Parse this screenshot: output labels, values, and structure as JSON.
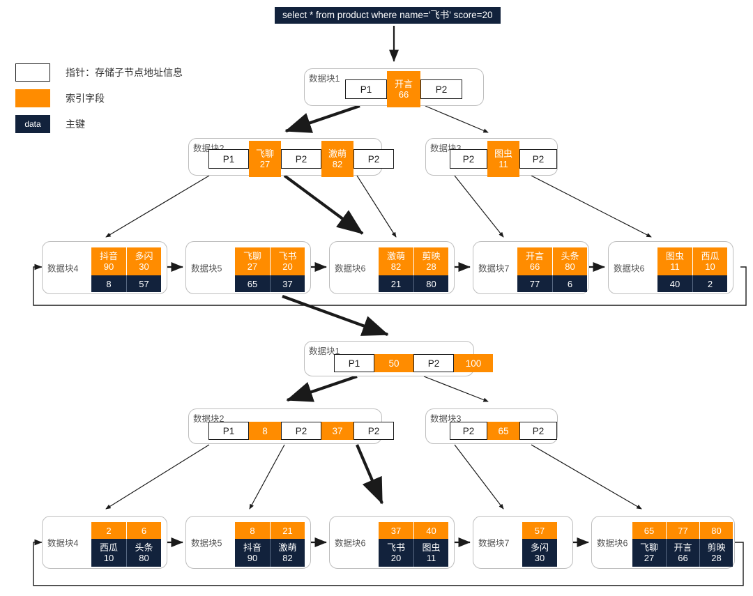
{
  "colors": {
    "orange": "#FF8C00",
    "navy": "#12223C",
    "node_border": "#bdbdbd",
    "pointer_border": "#1a1a1a",
    "edge": "#1a1a1a",
    "background": "#ffffff"
  },
  "query": {
    "text": "select * from product where name='飞书' score=20"
  },
  "legend": {
    "items": [
      {
        "swatch": "white-box",
        "swatch_text": "",
        "label": "指针：存储子节点地址信息"
      },
      {
        "swatch": "orange-box",
        "swatch_text": "",
        "label": "索引字段"
      },
      {
        "swatch": "navy-box",
        "swatch_text": "data",
        "label": "主键"
      }
    ]
  },
  "secondary_index_tree": {
    "root": {
      "label": "数据块1",
      "cells": [
        {
          "type": "pointer",
          "text": "P1"
        },
        {
          "type": "key",
          "name": "开言",
          "value": "66"
        },
        {
          "type": "pointer",
          "text": "P2"
        }
      ]
    },
    "internal": [
      {
        "label": "数据块2",
        "cells": [
          {
            "type": "pointer",
            "text": "P1"
          },
          {
            "type": "key",
            "name": "飞聊",
            "value": "27"
          },
          {
            "type": "pointer",
            "text": "P2"
          },
          {
            "type": "key",
            "name": "激萌",
            "value": "82"
          },
          {
            "type": "pointer",
            "text": "P2"
          }
        ]
      },
      {
        "label": "数据块3",
        "cells": [
          {
            "type": "pointer",
            "text": "P2"
          },
          {
            "type": "key",
            "name": "图虫",
            "value": "11"
          },
          {
            "type": "pointer",
            "text": "P2"
          }
        ]
      }
    ],
    "leaves": [
      {
        "label": "数据块4",
        "entries": [
          {
            "name": "抖音",
            "value": "90",
            "data": "8"
          },
          {
            "name": "多闪",
            "value": "30",
            "data": "57"
          }
        ]
      },
      {
        "label": "数据块5",
        "entries": [
          {
            "name": "飞聊",
            "value": "27",
            "data": "65"
          },
          {
            "name": "飞书",
            "value": "20",
            "data": "37"
          }
        ]
      },
      {
        "label": "数据块6",
        "entries": [
          {
            "name": "激萌",
            "value": "82",
            "data": "21"
          },
          {
            "name": "剪映",
            "value": "28",
            "data": "80"
          }
        ]
      },
      {
        "label": "数据块7",
        "entries": [
          {
            "name": "开言",
            "value": "66",
            "data": "77"
          },
          {
            "name": "头条",
            "value": "80",
            "data": "6"
          }
        ]
      },
      {
        "label": "数据块6",
        "entries": [
          {
            "name": "图虫",
            "value": "11",
            "data": "40"
          },
          {
            "name": "西瓜",
            "value": "10",
            "data": "2"
          }
        ]
      }
    ]
  },
  "clustered_index_tree": {
    "root": {
      "label": "数据块1",
      "cells": [
        {
          "type": "pointer",
          "text": "P1"
        },
        {
          "type": "key",
          "value": "50"
        },
        {
          "type": "pointer",
          "text": "P2"
        },
        {
          "type": "key",
          "value": "100"
        }
      ]
    },
    "internal": [
      {
        "label": "数据块2",
        "cells": [
          {
            "type": "pointer",
            "text": "P1"
          },
          {
            "type": "key",
            "value": "8"
          },
          {
            "type": "pointer",
            "text": "P2"
          },
          {
            "type": "key",
            "value": "37"
          },
          {
            "type": "pointer",
            "text": "P2"
          }
        ]
      },
      {
        "label": "数据块3",
        "cells": [
          {
            "type": "pointer",
            "text": "P2"
          },
          {
            "type": "key",
            "value": "65"
          },
          {
            "type": "pointer",
            "text": "P2"
          }
        ]
      }
    ],
    "leaves": [
      {
        "label": "数据块4",
        "entries": [
          {
            "key": "2",
            "name": "西瓜",
            "value": "10"
          },
          {
            "key": "6",
            "name": "头条",
            "value": "80"
          }
        ]
      },
      {
        "label": "数据块5",
        "entries": [
          {
            "key": "8",
            "name": "抖音",
            "value": "90"
          },
          {
            "key": "21",
            "name": "激萌",
            "value": "82"
          }
        ]
      },
      {
        "label": "数据块6",
        "entries": [
          {
            "key": "37",
            "name": "飞书",
            "value": "20"
          },
          {
            "key": "40",
            "name": "图虫",
            "value": "11"
          }
        ]
      },
      {
        "label": "数据块7",
        "entries": [
          {
            "key": "57",
            "name": "多闪",
            "value": "30"
          }
        ]
      },
      {
        "label": "数据块6",
        "entries": [
          {
            "key": "65",
            "name": "飞聊",
            "value": "27"
          },
          {
            "key": "77",
            "name": "开言",
            "value": "66"
          },
          {
            "key": "80",
            "name": "剪映",
            "value": "28"
          }
        ]
      }
    ]
  }
}
